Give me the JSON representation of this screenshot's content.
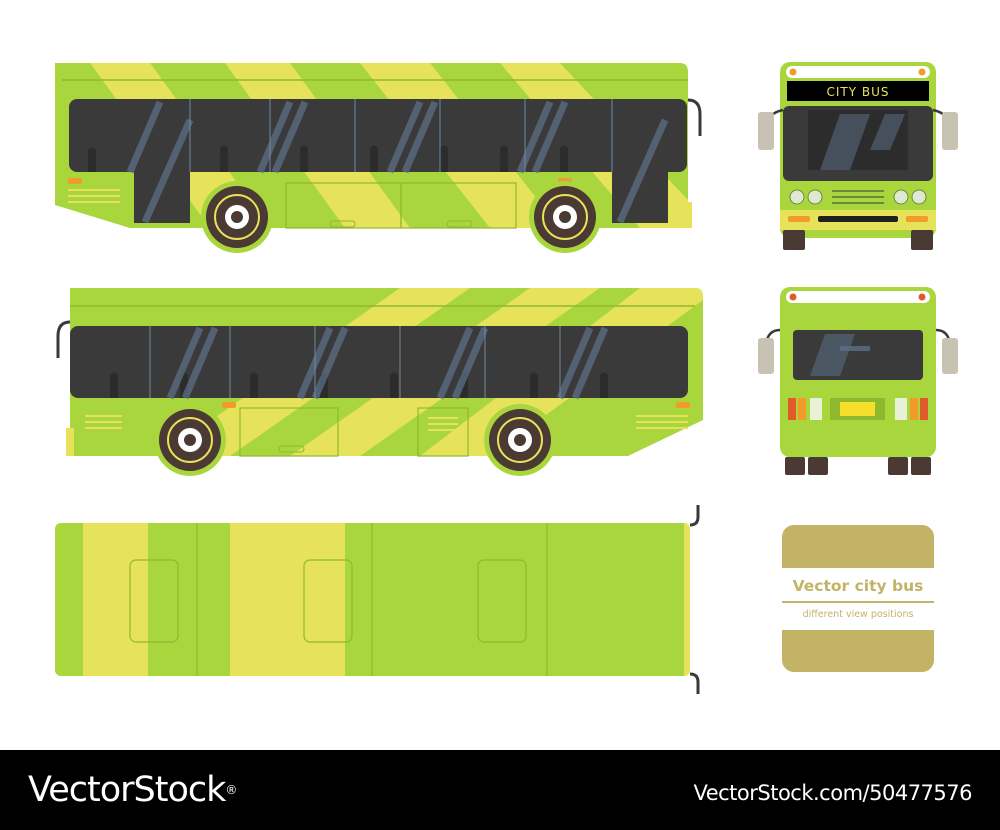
{
  "views": {
    "side_left": "side-view-left",
    "side_right": "side-view-right",
    "top": "top-view",
    "front": "front-view",
    "rear": "rear-view"
  },
  "front_display": "CITY BUS",
  "label_card": {
    "title": "Vector city bus",
    "subtitle": "different view positions"
  },
  "footer": {
    "brand": "VectorStock",
    "brand_mark": "®",
    "url": "VectorStock.com/50477576"
  },
  "colors": {
    "body_green": "#a8d63c",
    "stripe_yellow": "#e6e35a",
    "glass": "#3b3a3a",
    "tire": "#4b3a33",
    "card": "#c2b367",
    "footer_bg": "#000000"
  }
}
